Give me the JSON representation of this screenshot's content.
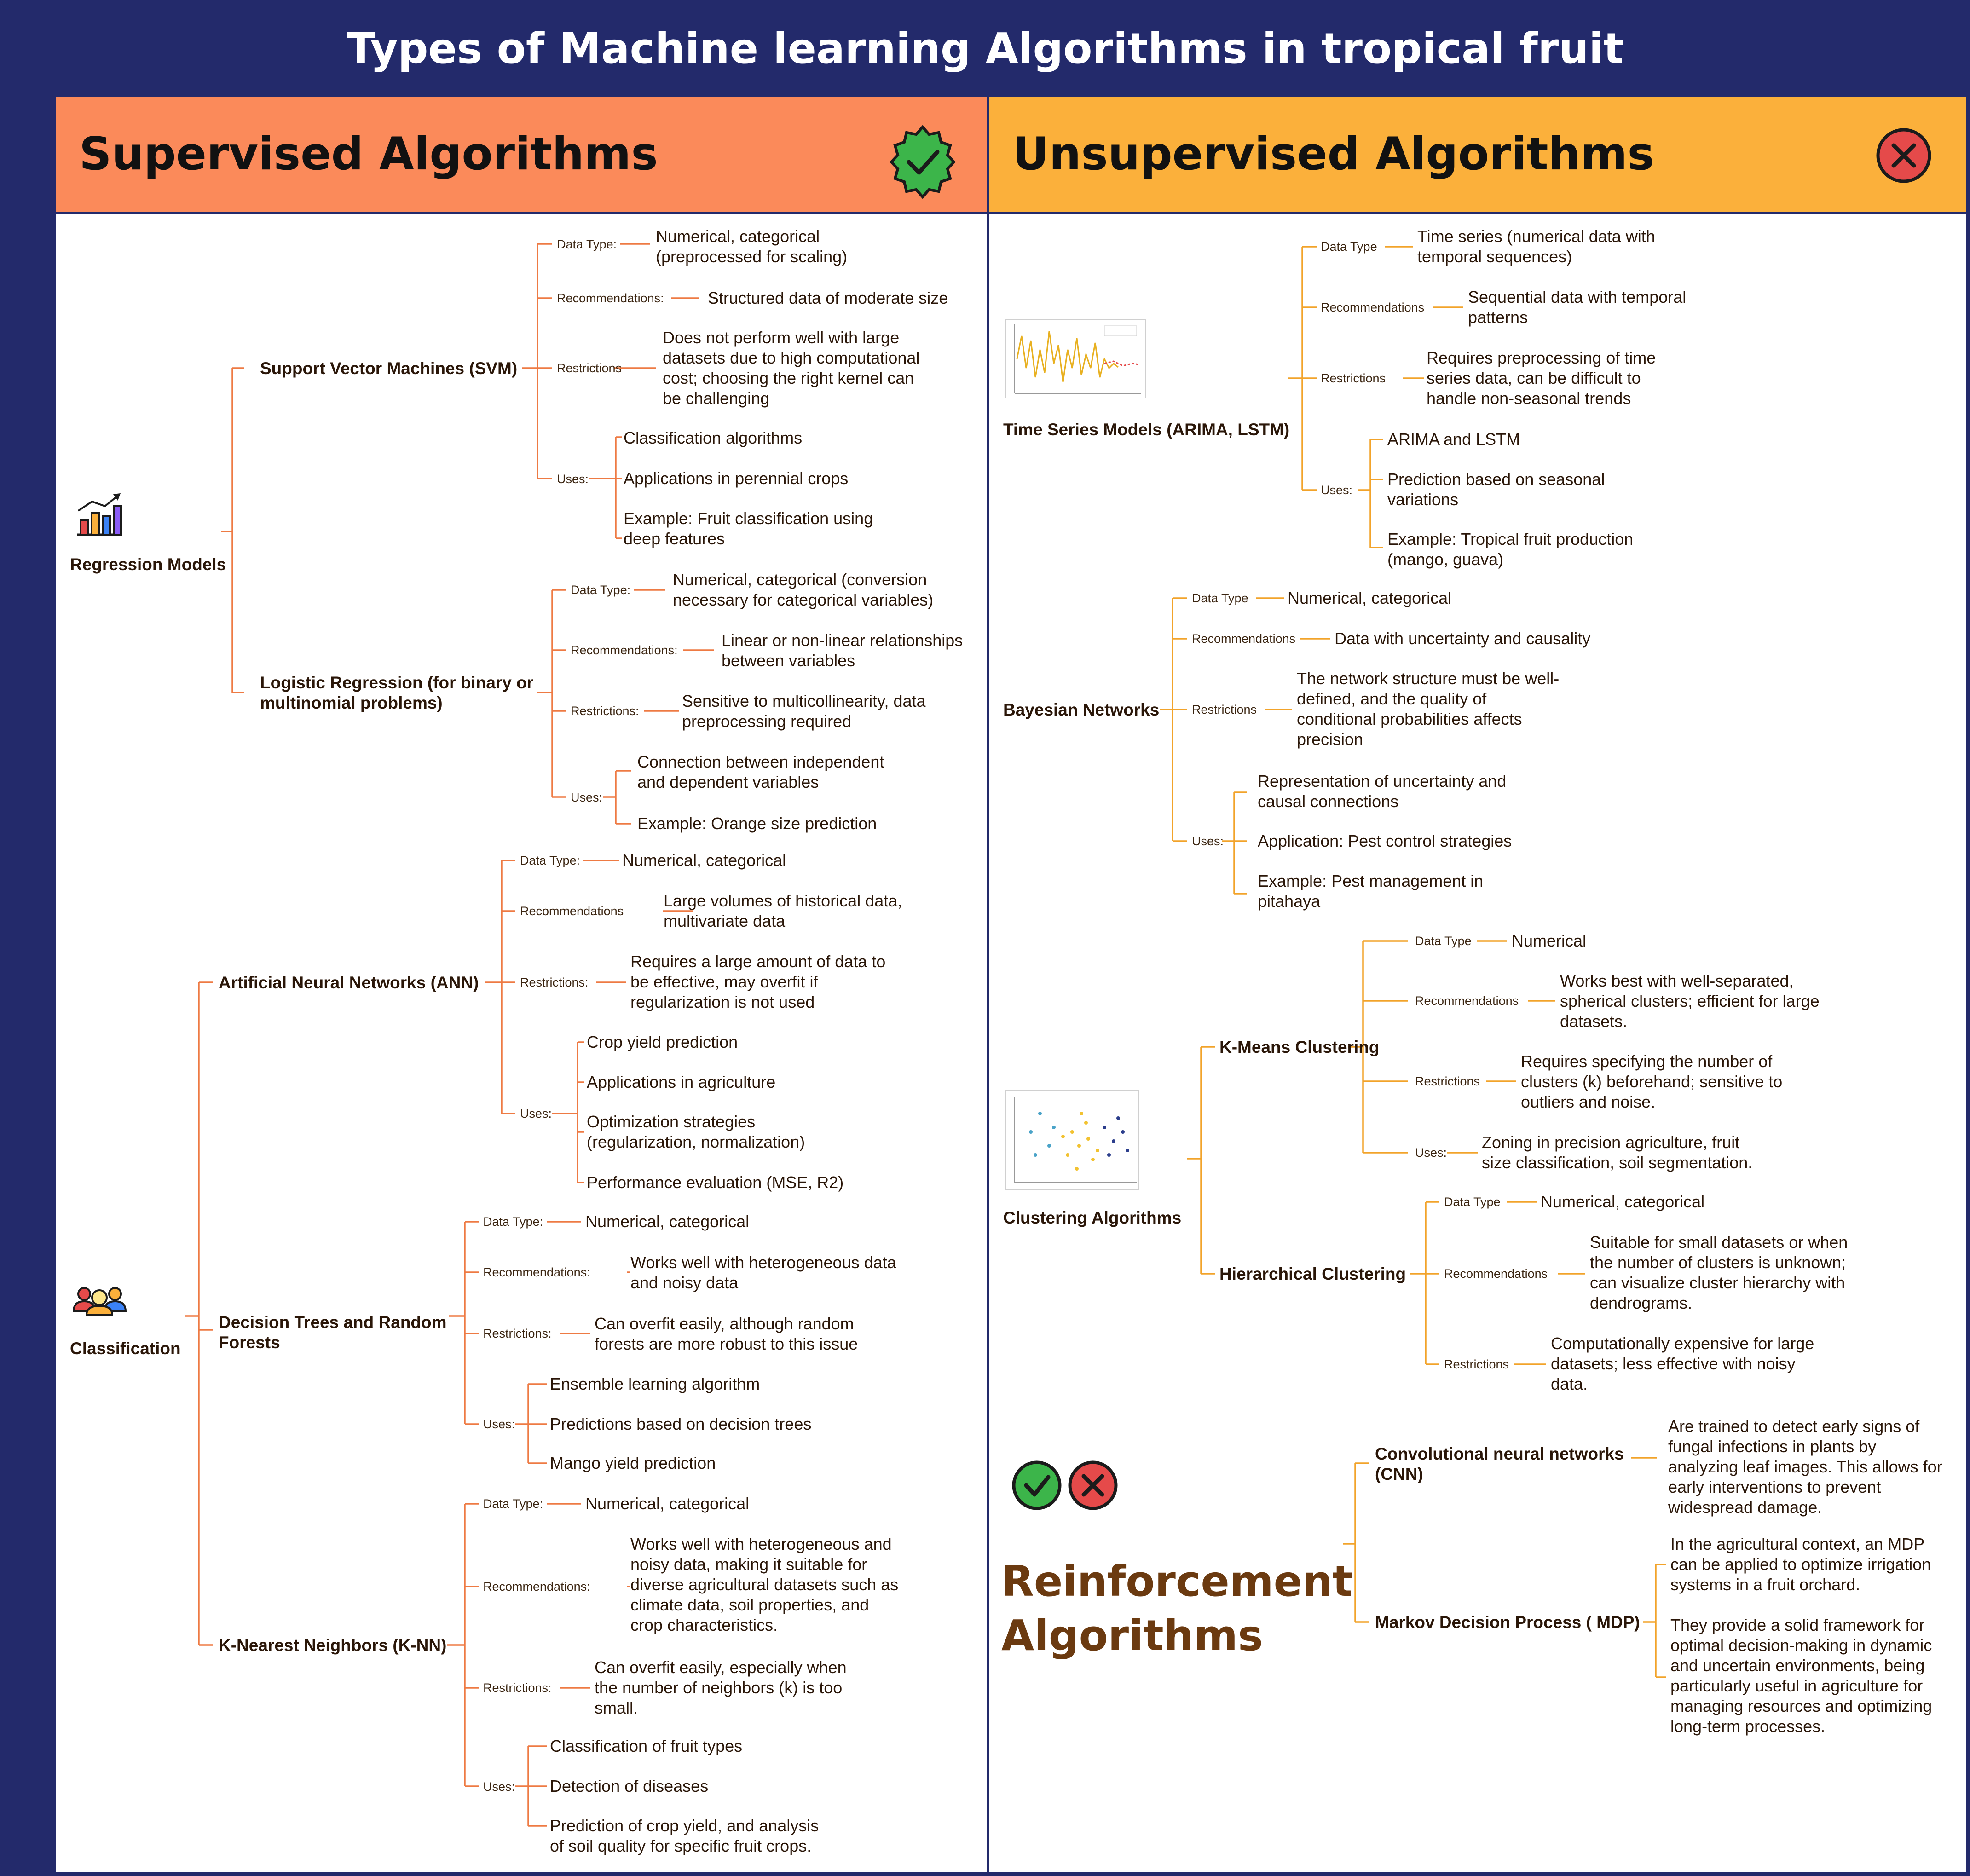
{
  "title": "Types of Machine learning Algorithms in tropical fruit",
  "colors": {
    "navy": "#232a6b",
    "supervised": "#fb8a5a",
    "unsupervised": "#fbb03b",
    "supervised_line": "#ee7a43",
    "unsupervised_line": "#f2a32a",
    "check": "#3cb54a",
    "cross": "#e54a4a"
  },
  "supervised": {
    "header": "Supervised Algorithms",
    "icon": "check-badge-icon",
    "categories": [
      {
        "label": "Regression Models",
        "icon": "growth-chart-icon",
        "algorithms": [
          {
            "name": "Support Vector Machines (SVM)",
            "data_type_label": "Data Type:",
            "data_type": "Numerical, categorical\n(preprocessed for scaling)",
            "recommendations_label": "Recommendations:",
            "recommendations": "Structured data of moderate size",
            "restrictions_label": "Restrictions",
            "restrictions": "Does not perform well with large\ndatasets due to high computational\ncost; choosing the right kernel can\nbe challenging",
            "uses_label": "Uses:",
            "uses": [
              "Classification algorithms",
              "Applications in perennial crops",
              "Example: Fruit classification using\ndeep features"
            ]
          },
          {
            "name": "Logistic Regression (for binary or\nmultinomial problems)",
            "data_type_label": "Data Type:",
            "data_type": "Numerical, categorical (conversion\nnecessary for categorical variables)",
            "recommendations_label": "Recommendations:",
            "recommendations": "Linear or non-linear relationships\nbetween variables",
            "restrictions_label": "Restrictions:",
            "restrictions": "Sensitive to multicollinearity, data\npreprocessing required",
            "uses_label": "Uses:",
            "uses": [
              "Connection between independent\nand dependent variables",
              "Example: Orange size prediction"
            ]
          }
        ]
      },
      {
        "label": "Classification",
        "icon": "people-group-icon",
        "algorithms": [
          {
            "name": "Artificial Neural Networks (ANN)",
            "data_type_label": "Data Type:",
            "data_type": "Numerical, categorical",
            "recommendations_label": "Recommendations",
            "recommendations": "Large volumes of historical data,\nmultivariate data",
            "restrictions_label": "Restrictions:",
            "restrictions": "Requires a large amount of data to\nbe effective, may overfit if\nregularization is not used",
            "uses_label": "Uses:",
            "uses": [
              "Crop yield prediction",
              "Applications in agriculture",
              "Optimization strategies\n(regularization, normalization)",
              "Performance evaluation (MSE, R2)"
            ]
          },
          {
            "name": "Decision Trees and Random\nForests",
            "data_type_label": "Data Type:",
            "data_type": "Numerical, categorical",
            "recommendations_label": "Recommendations:",
            "recommendations": "Works well with heterogeneous data\nand noisy data",
            "restrictions_label": "Restrictions:",
            "restrictions": "Can overfit easily, although random\nforests are more robust to this issue",
            "uses_label": "Uses:",
            "uses": [
              "Ensemble learning algorithm",
              "Predictions based on decision trees",
              "Mango yield prediction"
            ]
          },
          {
            "name": "K-Nearest Neighbors (K-NN)",
            "data_type_label": "Data Type:",
            "data_type": "Numerical, categorical",
            "recommendations_label": "Recommendations:",
            "recommendations": "Works well with heterogeneous and\nnoisy data, making it suitable for\ndiverse agricultural datasets such as\nclimate data, soil properties, and\ncrop characteristics.",
            "restrictions_label": "Restrictions:",
            "restrictions": "Can overfit easily, especially when\nthe number of neighbors (k) is too\nsmall.",
            "uses_label": "Uses:",
            "uses": [
              "Classification of fruit types",
              "Detection of diseases",
              "Prediction of crop yield, and analysis\nof soil quality for specific fruit crops."
            ]
          }
        ]
      }
    ]
  },
  "unsupervised": {
    "header": "Unsupervised Algorithms",
    "icon": "cross-circle-icon",
    "time_series": {
      "name": "Time Series Models (ARIMA, LSTM)",
      "thumbnail": "line-chart-thumbnail",
      "data_type_label": "Data Type",
      "data_type": "Time series (numerical data with\ntemporal sequences)",
      "recommendations_label": "Recommendations",
      "recommendations": "Sequential data with temporal\npatterns",
      "restrictions_label": "Restrictions",
      "restrictions": "Requires preprocessing of time\nseries data, can be difficult to\nhandle non-seasonal trends",
      "uses_label": "Uses:",
      "uses": [
        "ARIMA and LSTM",
        "Prediction based on seasonal\nvariations",
        "Example: Tropical fruit production\n(mango, guava)"
      ]
    },
    "bayesian": {
      "name": "Bayesian Networks",
      "data_type_label": "Data Type",
      "data_type": "Numerical, categorical",
      "recommendations_label": "Recommendations",
      "recommendations": "Data with uncertainty and causality",
      "restrictions_label": "Restrictions",
      "restrictions": "The network structure must be well-\ndefined, and the quality of\nconditional probabilities affects\nprecision",
      "uses_label": "Uses:",
      "uses": [
        "Representation of uncertainty and\ncausal connections",
        "Application: Pest control strategies",
        "Example: Pest management in\npitahaya"
      ]
    },
    "clustering": {
      "name": "Clustering Algorithms",
      "thumbnail": "scatter-plot-thumbnail",
      "kmeans": {
        "name": "K-Means Clustering",
        "data_type_label": "Data Type",
        "data_type": "Numerical",
        "recommendations_label": "Recommendations",
        "recommendations": "Works best with well-separated,\nspherical clusters; efficient for large\ndatasets.",
        "restrictions_label": "Restrictions",
        "restrictions": "Requires specifying the number of\nclusters (k) beforehand; sensitive to\noutliers and noise.",
        "uses_label": "Uses:",
        "uses": "Zoning in precision agriculture, fruit\nsize classification, soil segmentation."
      },
      "hierarchical": {
        "name": "Hierarchical Clustering",
        "data_type_label": "Data Type",
        "data_type": "Numerical, categorical",
        "recommendations_label": "Recommendations",
        "recommendations": "Suitable for small datasets or when\nthe number of clusters is unknown;\ncan visualize cluster hierarchy with\ndendrograms.",
        "restrictions_label": "Restrictions",
        "restrictions": "Computationally expensive for large\ndatasets; less effective with noisy\ndata."
      }
    }
  },
  "reinforcement": {
    "title": "Reinforcement\nAlgorithms",
    "icons": [
      "check-circle-icon",
      "cross-circle-icon"
    ],
    "cnn": {
      "name": "Convolutional neural networks\n(CNN)",
      "description": "Are trained to detect early signs of\nfungal infections in plants by\nanalyzing leaf images. This allows for\nearly interventions to prevent\nwidespread damage."
    },
    "mdp": {
      "name": "Markov Decision Process ( MDP)",
      "descriptions": [
        "In the agricultural context, an MDP\ncan be applied to optimize irrigation\nsystems in a fruit orchard.",
        "They provide a solid framework for\noptimal decision-making in dynamic\nand uncertain environments, being\nparticularly useful in agriculture for\nmanaging resources and optimizing\nlong-term processes."
      ]
    }
  }
}
